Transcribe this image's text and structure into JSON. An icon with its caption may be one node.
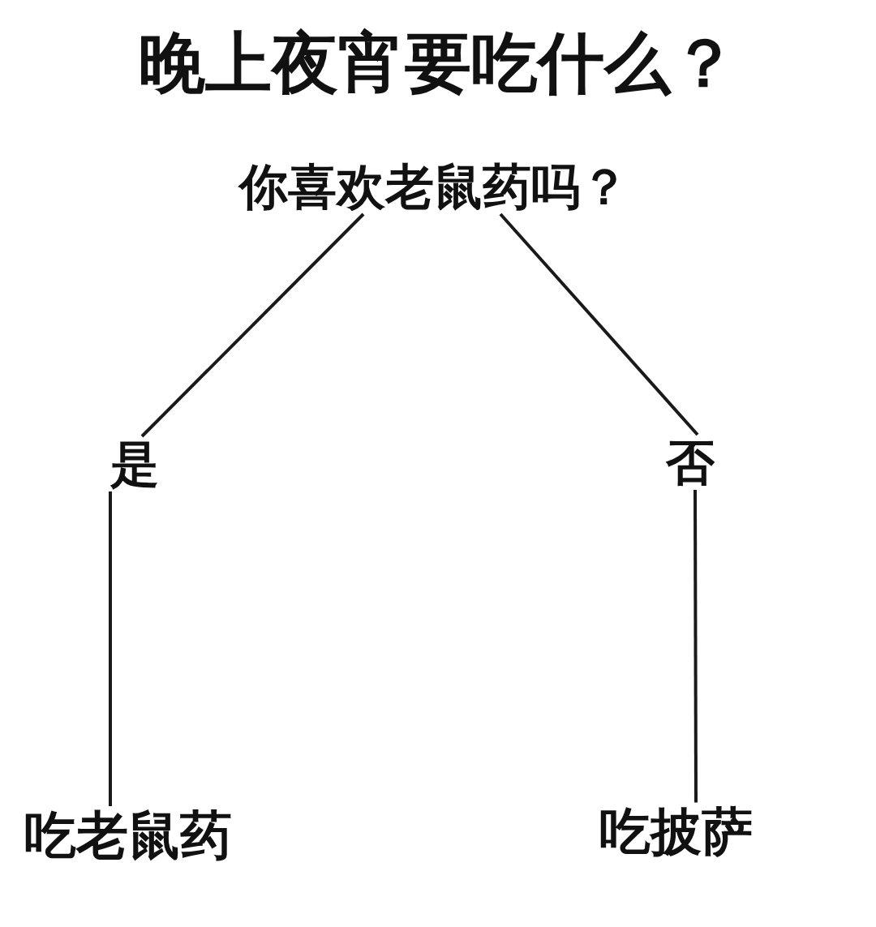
{
  "diagram": {
    "title": "晚上夜宵要吃什么？",
    "nodes": [
      {
        "text": [
          "你喜欢老鼠药吗？"
        ]
      },
      {
        "text": [
          "是"
        ]
      },
      {
        "text": [
          "否"
        ]
      },
      {
        "text": [
          "吃老鼠药"
        ]
      },
      {
        "text": [
          "吃披萨"
        ]
      }
    ],
    "edges": [
      {
        "from": 0,
        "to": 1,
        "arrow": "none"
      },
      {
        "from": 0,
        "to": 2,
        "arrow": "none"
      },
      {
        "from": 1,
        "to": 3,
        "arrow": "none"
      },
      {
        "from": 2,
        "to": 4,
        "arrow": "none"
      }
    ]
  }
}
